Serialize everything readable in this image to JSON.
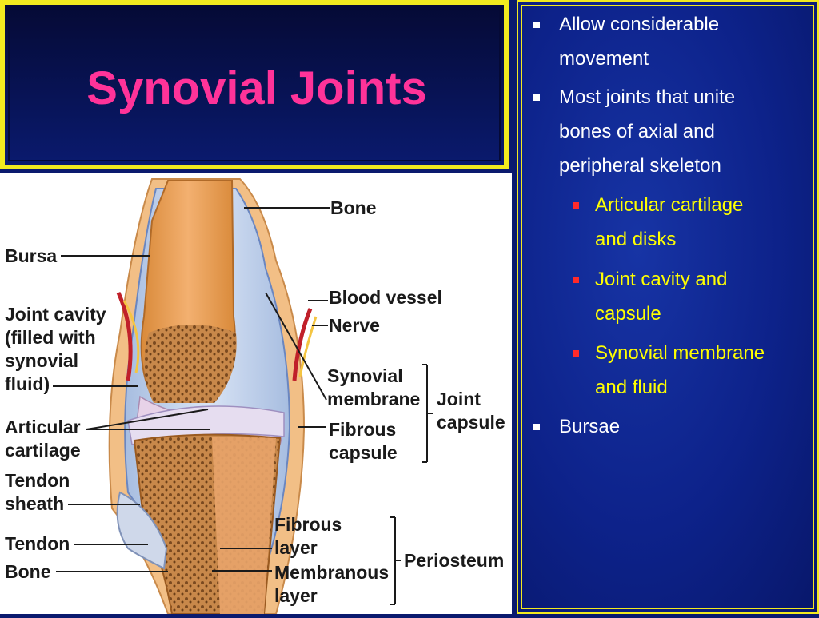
{
  "title": "Synovial Joints",
  "bullets": [
    {
      "level": 1,
      "lines": [
        "Allow considerable",
        "movement"
      ]
    },
    {
      "level": 1,
      "lines": [
        "Most joints that unite",
        "bones of axial and",
        "peripheral skeleton"
      ]
    },
    {
      "level": 2,
      "lines": [
        "Articular cartilage",
        "and disks"
      ]
    },
    {
      "level": 2,
      "lines": [
        "Joint cavity and",
        "capsule"
      ]
    },
    {
      "level": 2,
      "lines": [
        "Synovial membrane",
        "and fluid"
      ]
    },
    {
      "level": 1,
      "lines": [
        "Bursae"
      ]
    }
  ],
  "diagram_labels": {
    "bone_top": "Bone",
    "bursa": "Bursa",
    "joint_cavity": [
      "Joint cavity",
      "(filled with",
      "synovial",
      "fluid)"
    ],
    "articular_cartilage": [
      "Articular",
      "cartilage"
    ],
    "tendon_sheath": [
      "Tendon",
      "sheath"
    ],
    "tendon": "Tendon",
    "bone_bottom": "Bone",
    "blood_vessel": "Blood vessel",
    "nerve": "Nerve",
    "synovial_membrane": [
      "Synovial",
      "membrane"
    ],
    "fibrous_capsule": [
      "Fibrous",
      "capsule"
    ],
    "joint_capsule": [
      "Joint",
      "capsule"
    ],
    "fibrous_layer": [
      "Fibrous",
      "layer"
    ],
    "membranous_layer": [
      "Membranous",
      "layer"
    ],
    "periosteum": "Periosteum"
  },
  "colors": {
    "title": "#ff3399",
    "border": "#f2ea1f",
    "sub_bullet_text": "#ffff00",
    "sub_bullet_marker": "#ff2a2a"
  }
}
